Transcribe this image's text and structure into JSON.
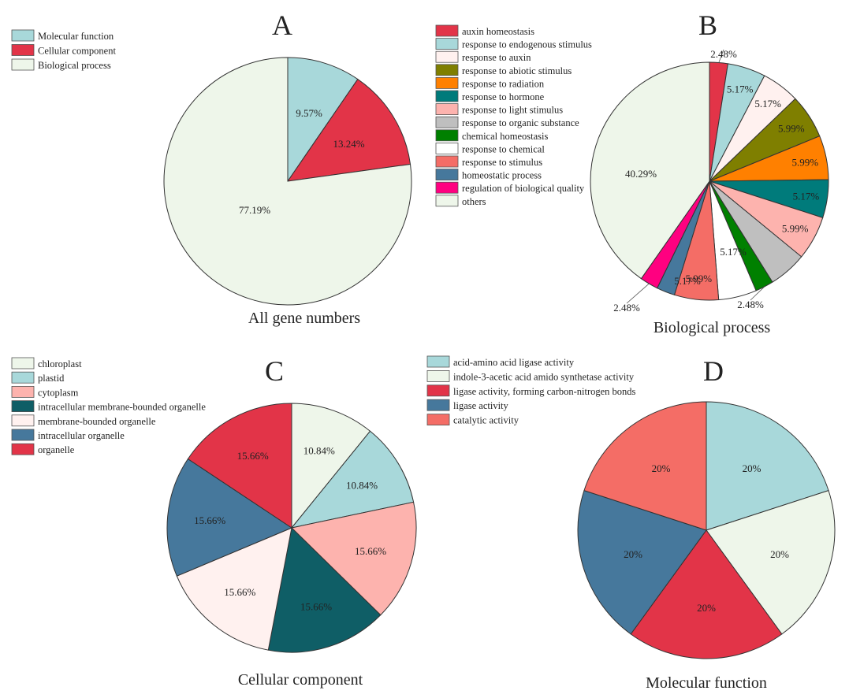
{
  "chart_data": [
    {
      "type": "pie",
      "panel_letter": "A",
      "title": "All gene numbers",
      "legend": "top-left",
      "slices": [
        {
          "label": "Molecular function",
          "value": 9.57,
          "value_label": "9.57%",
          "color": "#a8d8da"
        },
        {
          "label": "Cellular component",
          "value": 13.24,
          "value_label": "13.24%",
          "color": "#e23448"
        },
        {
          "label": "Biological process",
          "value": 77.19,
          "value_label": "77.19%",
          "color": "#eef6ea"
        }
      ]
    },
    {
      "type": "pie",
      "panel_letter": "B",
      "title": "Biological process",
      "legend": "top-left",
      "slices": [
        {
          "label": "auxin homeostasis",
          "value": 2.48,
          "value_label": "2.48%",
          "color": "#e23448"
        },
        {
          "label": "response to endogenous stimulus",
          "value": 5.17,
          "value_label": "5.17%",
          "color": "#a8d8da"
        },
        {
          "label": "response to auxin",
          "value": 5.17,
          "value_label": "5.17%",
          "color": "#fff1ef"
        },
        {
          "label": "response to abiotic stimulus",
          "value": 5.99,
          "value_label": "5.99%",
          "color": "#7f7f00"
        },
        {
          "label": "response to radiation",
          "value": 5.99,
          "value_label": "5.99%",
          "color": "#ff8000"
        },
        {
          "label": "response to hormone",
          "value": 5.17,
          "value_label": "5.17%",
          "color": "#007b7b"
        },
        {
          "label": "response to light stimulus",
          "value": 5.99,
          "value_label": "5.99%",
          "color": "#fdb3ae"
        },
        {
          "label": "response to organic substance",
          "value": 5.17,
          "value_label": "5.17%",
          "color": "#bfbfbf"
        },
        {
          "label": "chemical homeostasis",
          "value": 2.48,
          "value_label": "2.48%",
          "color": "#008000"
        },
        {
          "label": "response to chemical",
          "value": 5.17,
          "value_label": "5.17%",
          "color": "#ffffff"
        },
        {
          "label": "response to stimulus",
          "value": 5.99,
          "value_label": "5.99%",
          "color": "#f46d66"
        },
        {
          "label": "homeostatic process",
          "value": 2.48,
          "value_label": "",
          "color": "#46789c"
        },
        {
          "label": "regulation of biological quality",
          "value": 2.48,
          "value_label": "2.48%",
          "color": "#ff0080"
        },
        {
          "label": "others",
          "value": 40.29,
          "value_label": "40.29%",
          "color": "#eef6ea"
        }
      ]
    },
    {
      "type": "pie",
      "panel_letter": "C",
      "title": "Cellular component",
      "legend": "top-left",
      "slices": [
        {
          "label": "chloroplast",
          "value": 10.84,
          "value_label": "10.84%",
          "color": "#eef6ea"
        },
        {
          "label": "plastid",
          "value": 10.84,
          "value_label": "10.84%",
          "color": "#a8d8da"
        },
        {
          "label": "cytoplasm",
          "value": 15.66,
          "value_label": "15.66%",
          "color": "#fdb3ae"
        },
        {
          "label": "intracellular membrane-bounded organelle",
          "value": 15.66,
          "value_label": "15.66%",
          "color": "#0f5e66"
        },
        {
          "label": "membrane-bounded organelle",
          "value": 15.66,
          "value_label": "15.66%",
          "color": "#fff1ef"
        },
        {
          "label": "intracellular organelle",
          "value": 15.66,
          "value_label": "15.66%",
          "color": "#46789c"
        },
        {
          "label": "organelle",
          "value": 15.66,
          "value_label": "15.66%",
          "color": "#e23448"
        }
      ]
    },
    {
      "type": "pie",
      "panel_letter": "D",
      "title": "Molecular function",
      "legend": "top-left",
      "slices": [
        {
          "label": "acid-amino acid ligase activity",
          "value": 20,
          "value_label": "20%",
          "color": "#a8d8da"
        },
        {
          "label": "indole-3-acetic acid amido synthetase activity",
          "value": 20,
          "value_label": "20%",
          "color": "#eef6ea"
        },
        {
          "label": "ligase activity, forming carbon-nitrogen bonds",
          "value": 20,
          "value_label": "20%",
          "color": "#e23448"
        },
        {
          "label": "ligase activity",
          "value": 20,
          "value_label": "20%",
          "color": "#46789c"
        },
        {
          "label": "catalytic activity",
          "value": 20,
          "value_label": "20%",
          "color": "#f46d66"
        }
      ]
    }
  ]
}
